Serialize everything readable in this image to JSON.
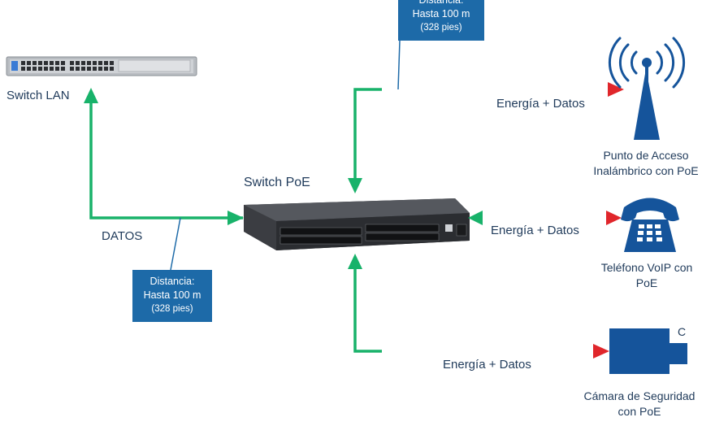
{
  "switch_lan": {
    "label": "Switch LAN"
  },
  "switch_poe": {
    "label": "Switch PoE"
  },
  "datos_label": "DATOS",
  "distance_box_top": {
    "line1": "Distancia:",
    "line2": "Hasta 100 m",
    "line3": "(328 pies)"
  },
  "distance_box_bottom": {
    "line1": "Distancia:",
    "line2": "Hasta 100 m",
    "line3": "(328 pies)"
  },
  "link_access_point": {
    "label": "Energía + Datos"
  },
  "link_voip": {
    "label": "Energía + Datos"
  },
  "link_camera": {
    "label": "Energía + Datos"
  },
  "access_point": {
    "line1": "Punto de Acceso",
    "line2": "Inalámbrico con PoE"
  },
  "voip_phone": {
    "line1": "Teléfono VoIP con",
    "line2": "PoE"
  },
  "camera": {
    "line1": "Cámara de Seguridad",
    "line2": "con PoE",
    "badge": "C"
  },
  "colors": {
    "green": "#18b26a",
    "red": "#e0262b",
    "blue": "#1d6aa8",
    "navy": "#1f3a5a"
  }
}
